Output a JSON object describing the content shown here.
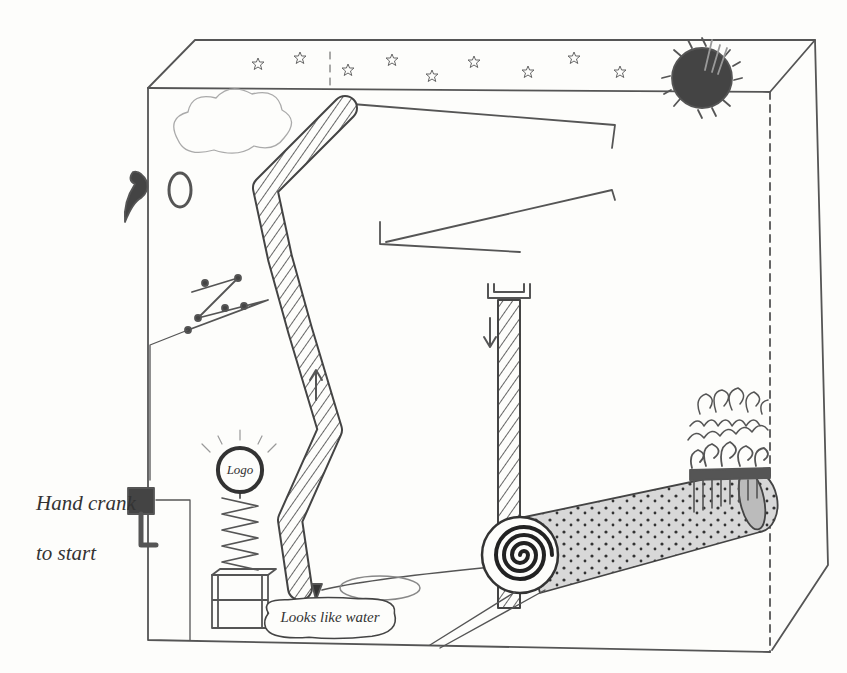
{
  "diagram": {
    "nodes": [
      {
        "text": [
          "Logo"
        ]
      },
      {
        "text": [
          "Looks like water"
        ]
      }
    ],
    "edges": [],
    "labels": [
      "Hand crank to start"
    ]
  }
}
